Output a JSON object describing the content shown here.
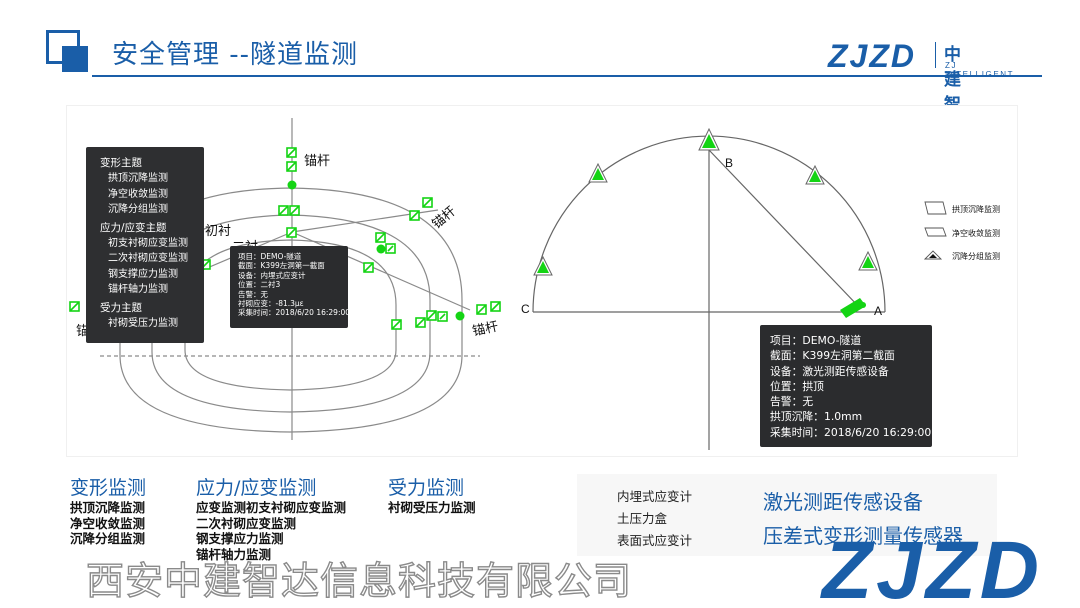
{
  "header": {
    "title": "安全管理 --隧道监测",
    "brand_latin": "ZJZD",
    "brand_cn": "中建智达",
    "brand_en": "ZJ INTELLIGENT"
  },
  "menu": {
    "groups": [
      {
        "label": "变形主题",
        "items": [
          "拱顶沉降监测",
          "净空收敛监测",
          "沉降分组监测"
        ]
      },
      {
        "label": "应力/应变主题",
        "items": [
          "初支衬砌应变监测",
          "二次衬砌应变监测",
          "钢支撑应力监测",
          "锚杆轴力监测"
        ]
      },
      {
        "label": "受力主题",
        "items": [
          "衬砌受压力监测"
        ]
      }
    ]
  },
  "left_diagram": {
    "labels": {
      "bolt_top": "锚杆",
      "bolt_right": "锚杆",
      "bolt_lower_right": "锚杆",
      "bolt_left": "锚",
      "primary_lining": "初衬",
      "secondary_lining": "二衬"
    }
  },
  "tooltip_small": {
    "rows": [
      "项目：DEMO-隧道",
      "截面：K399左洞第一截面",
      "设备：内埋式应变计",
      "位置：二衬3",
      "告警：无",
      "衬砌应变：-81.3με",
      "采集时间：2018/6/20 16:29:00"
    ]
  },
  "right_diagram": {
    "points": {
      "a": "A",
      "b": "B",
      "c": "C"
    },
    "legend_items": [
      "拱顶沉降监测",
      "净空收敛监测",
      "沉降分组监测"
    ]
  },
  "tooltip_large": {
    "rows": [
      "项目：DEMO-隧道",
      "截面：K399左洞第二截面",
      "设备：激光测距传感设备",
      "位置：拱顶",
      "告警：无",
      "拱顶沉降：1.0mm",
      "采集时间：2018/6/20 16:29:00"
    ]
  },
  "categories": [
    {
      "title": "变形监测",
      "items": [
        "拱顶沉降监测",
        "净空收敛监测",
        "沉降分组监测"
      ]
    },
    {
      "title": "应力/应变监测",
      "items": [
        "应变监测初支衬砌应变监测",
        "二次衬砌应变监测",
        "钢支撑应力监测",
        "锚杆轴力监测"
      ]
    },
    {
      "title": "受力监测",
      "items": [
        "衬砌受压力监测"
      ]
    }
  ],
  "legend": {
    "embedded_strain_gauge": "内埋式应变计",
    "earth_pressure_cell": "土压力盒",
    "surface_strain_gauge": "表面式应变计",
    "laser_ranging_device": "激光测距传感设备",
    "pressure_diff_sensor": "压差式变形测量传感器"
  },
  "footer": {
    "company": "西安中建智达信息科技有限公司",
    "brand": "ZJZD"
  },
  "colors": {
    "brand_blue": "#1a5ea8",
    "sensor_green": "#14d414",
    "tooltip_bg": "#2b2c2e"
  }
}
